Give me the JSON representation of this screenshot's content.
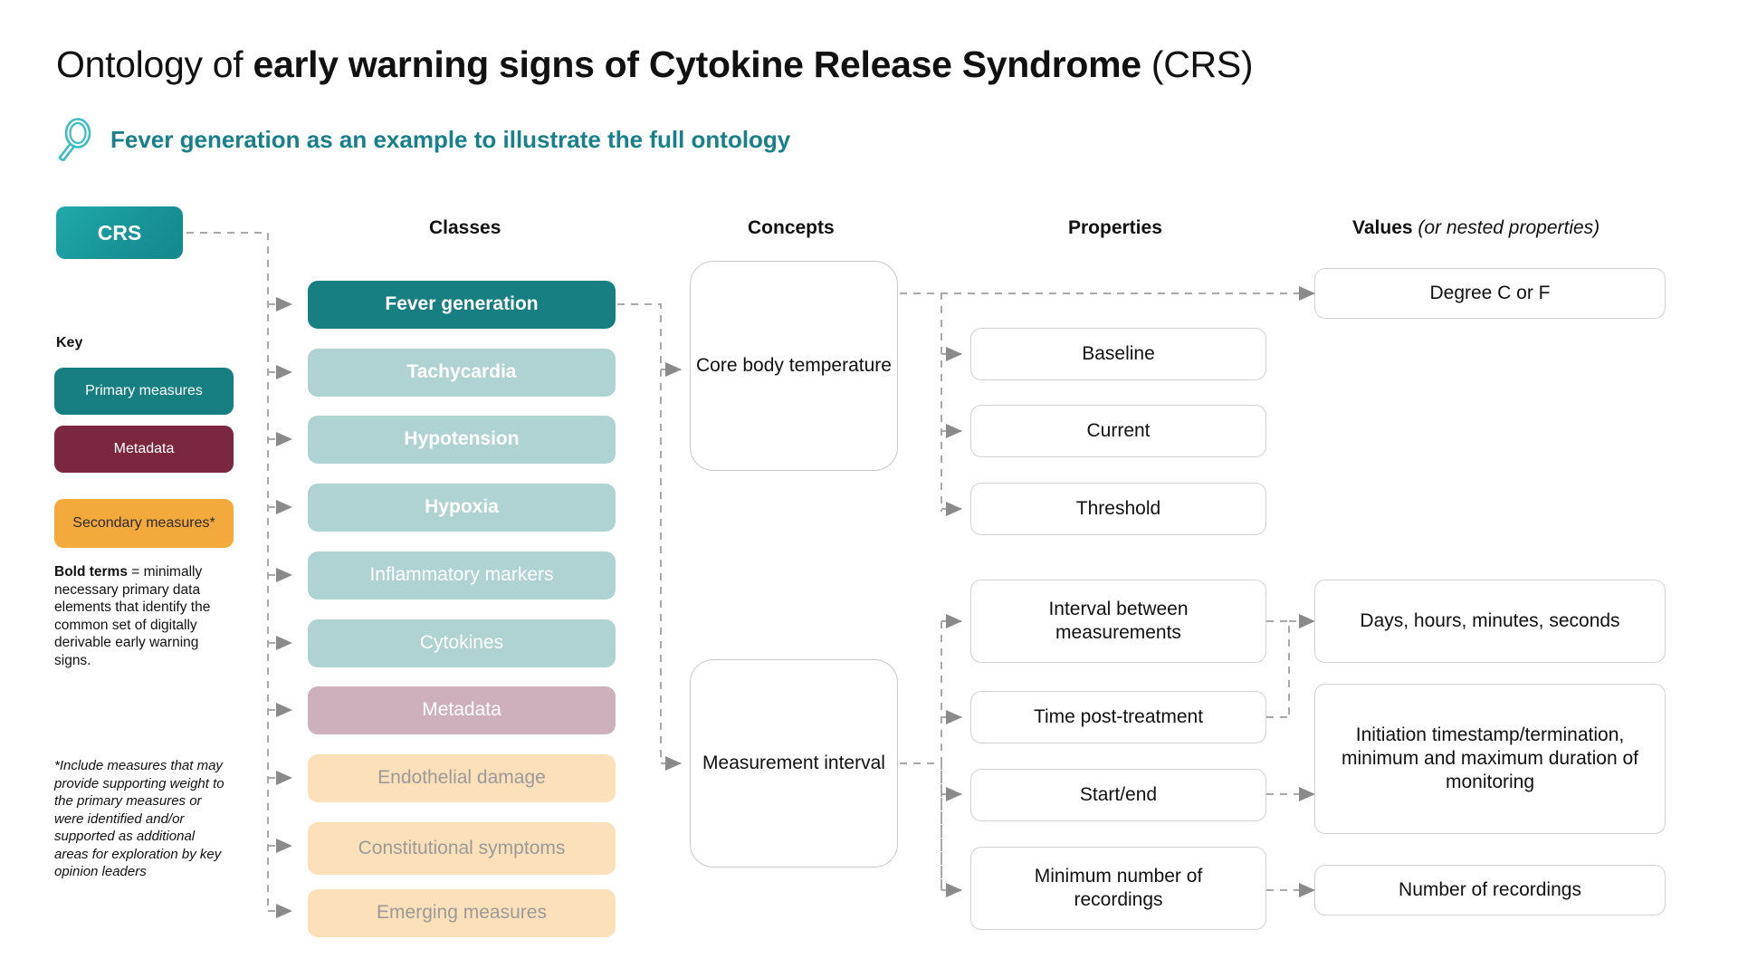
{
  "header": {
    "title_prefix": "Ontology of ",
    "title_bold": "early warning signs of Cytokine Release Syndrome",
    "title_suffix": " (CRS)",
    "subtitle": "Fever generation as an example to illustrate the full ontology",
    "magnifier_icon": "magnifying-glass-icon",
    "accent_color": "#17808A"
  },
  "root": {
    "label": "CRS"
  },
  "key": {
    "title": "Key",
    "items": [
      {
        "label": "Primary measures",
        "color": "#177F82"
      },
      {
        "label": "Metadata",
        "color": "#7B2740"
      },
      {
        "label": "Secondary measures*",
        "color": "#F4A93C"
      }
    ],
    "note_bold": "Bold terms",
    "note_rest": " = minimally necessary primary data elements that identify the common set of digitally derivable early warning signs.",
    "footnote": "*Include measures that may provide supporting weight to the primary measures or were identified and/or supported as additional areas for exploration by key opinion leaders"
  },
  "columns": {
    "classes": "Classes",
    "concepts": "Concepts",
    "properties": "Properties",
    "values_bold": "Values",
    "values_italic": "(or nested properties)"
  },
  "classes": [
    {
      "label": "Fever generation",
      "style": "dark",
      "bold": true
    },
    {
      "label": "Tachycardia",
      "style": "light",
      "bold": true
    },
    {
      "label": "Hypotension",
      "style": "light",
      "bold": true
    },
    {
      "label": "Hypoxia",
      "style": "light",
      "bold": true
    },
    {
      "label": "Inflammatory markers",
      "style": "light",
      "bold": false
    },
    {
      "label": "Cytokines",
      "style": "light",
      "bold": false
    },
    {
      "label": "Metadata",
      "style": "mauve",
      "bold": false
    },
    {
      "label": "Endothelial damage",
      "style": "peach",
      "bold": false
    },
    {
      "label": "Constitutional symptoms",
      "style": "peach",
      "bold": false
    },
    {
      "label": "Emerging measures",
      "style": "peach",
      "bold": false
    }
  ],
  "concepts": [
    {
      "label": "Core body temperature"
    },
    {
      "label": "Measurement interval"
    }
  ],
  "properties": [
    {
      "label": "Baseline"
    },
    {
      "label": "Current"
    },
    {
      "label": "Threshold"
    },
    {
      "label": "Interval between measurements"
    },
    {
      "label": "Time post-treatment"
    },
    {
      "label": "Start/end"
    },
    {
      "label": "Minimum number of recordings"
    }
  ],
  "values": [
    {
      "label": "Degree C or F"
    },
    {
      "label": "Days, hours, minutes, seconds"
    },
    {
      "label": "Initiation timestamp/termination, minimum and maximum duration of monitoring"
    },
    {
      "label": "Number of recordings"
    }
  ]
}
